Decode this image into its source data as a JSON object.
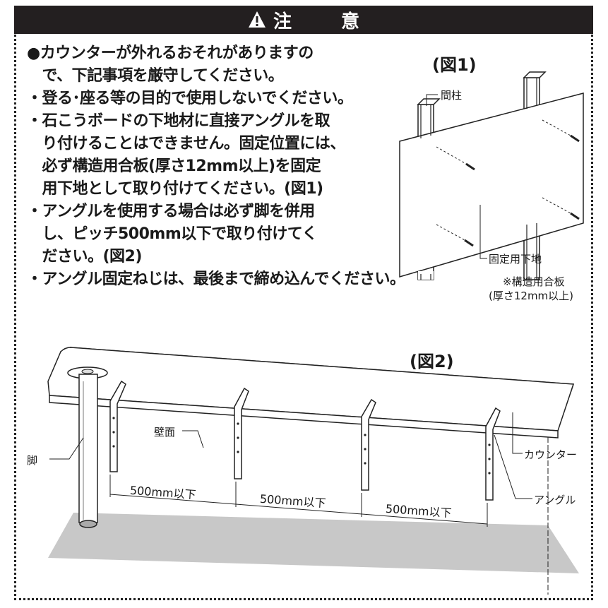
{
  "header": {
    "title": "注　意",
    "icon": "warning-icon"
  },
  "notice": {
    "lines": [
      "●カウンターが外れるおそれがありますの",
      "　で、下記事項を厳守してください。",
      "・登る･座る等の目的で使用しないでください。",
      "・石こうボードの下地材に直接アングルを取",
      "　り付けることはできません。固定位置には、",
      "　必ず構造用合板(厚さ12mm以上)を固定",
      "　用下地として取り付けてください。(図1)",
      "・アングルを使用する場合は必ず脚を併用",
      "　し、ピッチ500mm以下で取り付けてく",
      "　ださい。(図2)",
      "・アングル固定ねじは、最後まで締め込んでください。"
    ]
  },
  "figure1": {
    "label": "(図1)",
    "stud_label": "間柱",
    "base_label": "固定用下地",
    "note_line1": "※構造用合板",
    "note_line2": "(厚さ12mm以上)"
  },
  "figure2": {
    "label": "(図2)",
    "wall_label": "壁面",
    "leg_label": "脚",
    "counter_label": "カウンター",
    "angle_label": "アングル",
    "pitch_labels": [
      "500mm以下",
      "500mm以下",
      "500mm以下"
    ]
  }
}
